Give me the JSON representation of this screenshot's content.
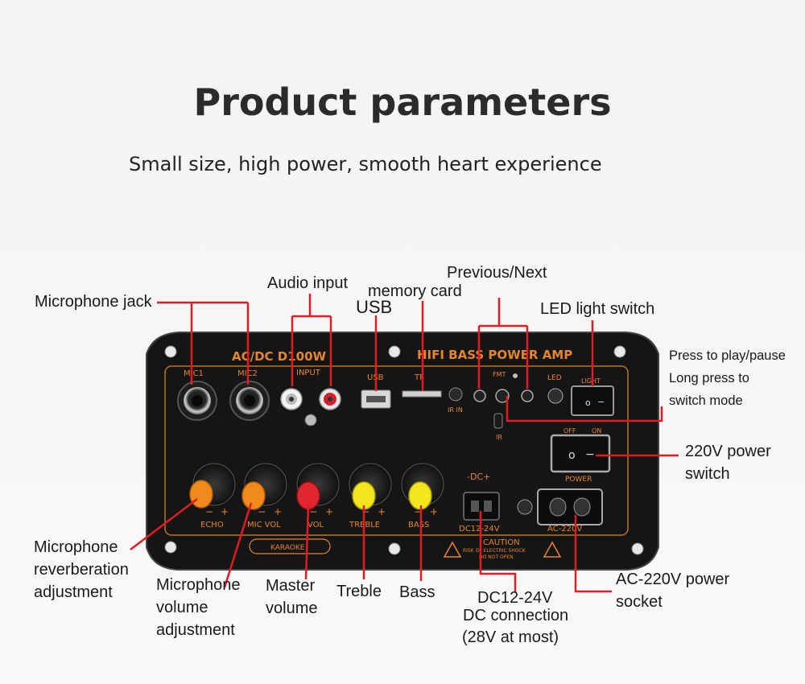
{
  "header": {
    "title": "Product parameters",
    "subtitle": "Small size, high power, smooth heart experience"
  },
  "panel": {
    "model": "AC/DC D100W",
    "name": "HIFI BASS POWER AMP",
    "labels": {
      "mic1": "MIC1",
      "mic2": "MIC2",
      "input": "INPUT",
      "usb": "USB",
      "tf": "TF",
      "ir_in": "IR IN",
      "fmt": "FMT",
      "led": "LED",
      "light": "LIGHT",
      "ir": "IR",
      "off": "OFF",
      "on": "ON",
      "power": "POWER",
      "dc": "-DC+",
      "dc_rating": "DC12-24V",
      "ac_rating": "AC-220V",
      "echo": "ECHO",
      "mic_vol": "MIC VOL",
      "vol": "VOL",
      "treble": "TREBLE",
      "bass": "BASS",
      "karaoke": "KARAOKE",
      "caution": "CAUTION",
      "caution_line1": "RISK OF ELECTRIC SHOCK",
      "caution_line2": "DO NOT OPEN"
    },
    "knob_colors": {
      "echo": "#f08a1c",
      "mic_vol": "#f08a1c",
      "vol": "#e0262e",
      "treble": "#f4e61c",
      "bass": "#f4e61c"
    },
    "accent_color": "#e6862a",
    "callout_color": "#e01b22"
  },
  "callouts": {
    "microphone_jack": "Microphone jack",
    "audio_input": "Audio input",
    "usb": "USB",
    "memory_card": "memory card",
    "previous_next": "Previous/Next",
    "led_light_switch": "LED light switch",
    "play_pause_line1": "Press to play/pause",
    "play_pause_line2": "Long press to",
    "play_pause_line3": "switch mode",
    "power_switch": "220V power switch",
    "mic_reverb": "Microphone reverberation adjustment",
    "mic_volume": "Microphone volume adjustment",
    "master_volume": "Master volume",
    "treble": "Treble",
    "bass": "Bass",
    "dc_line1": "DC12-24V",
    "dc_line2": "DC connection",
    "dc_line3": "(28V at most)",
    "ac_socket": "AC-220V power socket"
  }
}
